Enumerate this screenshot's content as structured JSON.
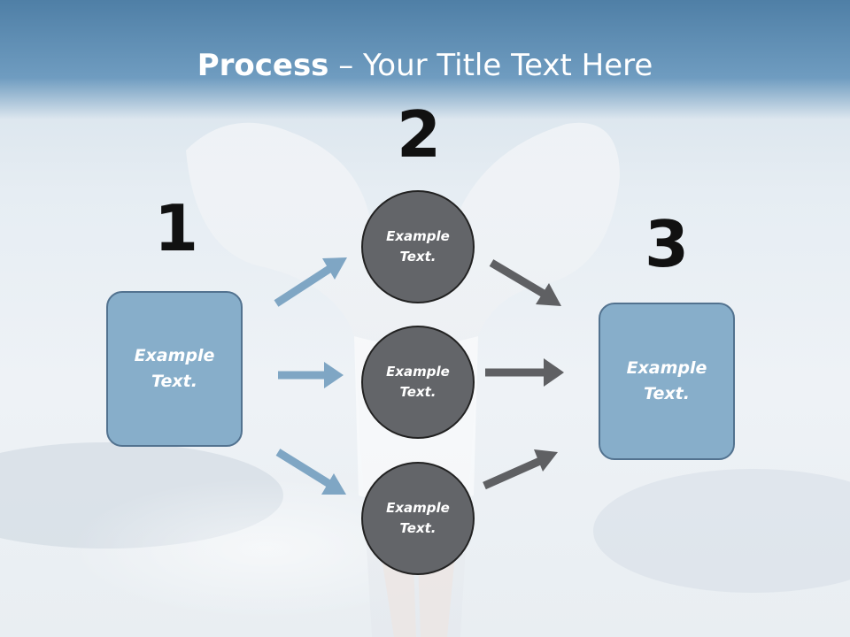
{
  "title": {
    "bold": "Process",
    "rest": " – Your Title Text Here"
  },
  "steps": {
    "one": "1",
    "two": "2",
    "three": "3"
  },
  "left_box": {
    "label": "Example\nText."
  },
  "right_box": {
    "label": "Example\nText."
  },
  "circles": [
    {
      "label": "Example\nText."
    },
    {
      "label": "Example\nText."
    },
    {
      "label": "Example\nText."
    }
  ],
  "colors": {
    "header": "#5d8cb3",
    "box_fill": "#87aeca",
    "box_border": "#52728f",
    "circle_fill": "#636569",
    "arrow_blue": "#7fa6c4",
    "arrow_gray": "#5f6063"
  }
}
